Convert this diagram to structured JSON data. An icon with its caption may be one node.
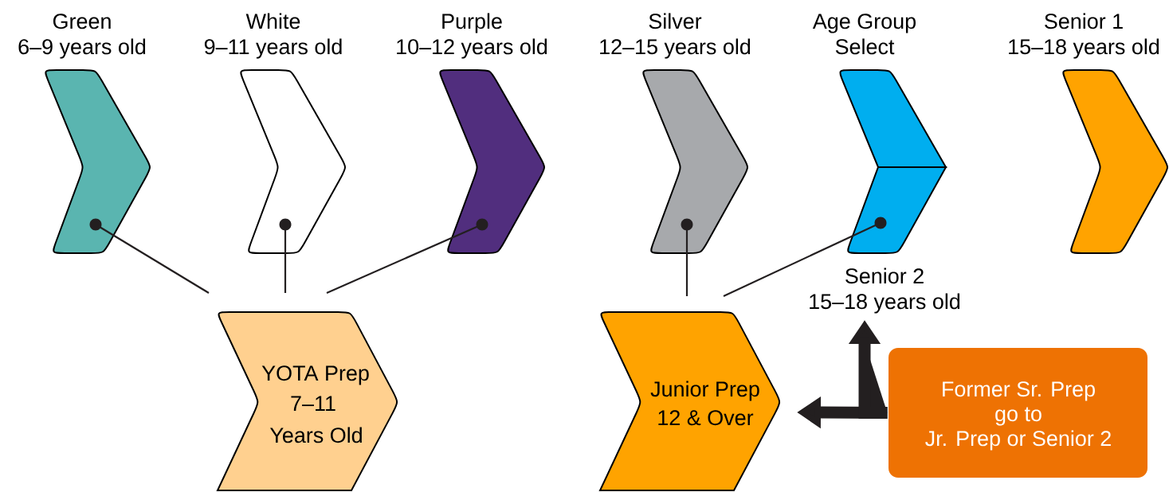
{
  "diagram": {
    "nodes": [
      {
        "text": [
          "Green",
          "6–9 years old"
        ]
      },
      {
        "text": [
          "White",
          "9–11 years old"
        ]
      },
      {
        "text": [
          "Purple",
          "10–12 years old"
        ]
      },
      {
        "text": [
          "Silver",
          "12–15 years old"
        ]
      },
      {
        "text": [
          "Age Group",
          "Select"
        ]
      },
      {
        "text": [
          "Senior 2",
          "15–18 years old"
        ]
      },
      {
        "text": [
          "Senior 1",
          "15–18 years old"
        ]
      },
      {
        "text": [
          "YOTA Prep",
          "7–11",
          "Years Old"
        ]
      },
      {
        "text": [
          "Junior Prep",
          "12 & Over"
        ]
      },
      {
        "text": [
          "Former Sr. Prep",
          "go to",
          "Jr. Prep or Senior 2"
        ]
      }
    ],
    "edges": [
      {
        "from": 0,
        "to": 7,
        "arrow": "other"
      },
      {
        "from": 1,
        "to": 7,
        "arrow": "other"
      },
      {
        "from": 2,
        "to": 7,
        "arrow": "other"
      },
      {
        "from": 3,
        "to": 8,
        "arrow": "other"
      },
      {
        "from": 5,
        "to": 8,
        "arrow": "other"
      },
      {
        "from": 9,
        "to": 8,
        "arrow": "to",
        "style": "thick"
      },
      {
        "from": 9,
        "to": 5,
        "arrow": "to",
        "style": "thick"
      }
    ]
  }
}
